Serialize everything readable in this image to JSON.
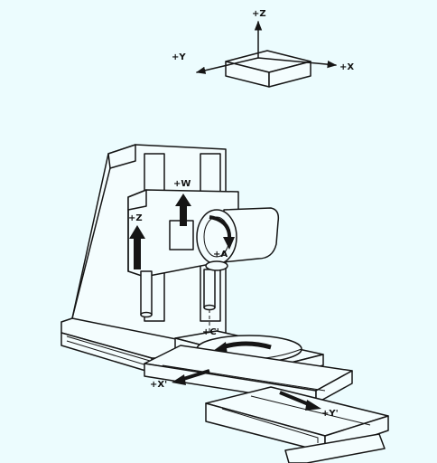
{
  "colors": {
    "background": "#ecfcfe",
    "ink": "#151515"
  },
  "coordinate_system": {
    "z_label": "+Z",
    "y_label": "+Y",
    "x_label": "+X"
  },
  "machine_axes": {
    "w_label": "+W",
    "z_label": "+Z",
    "a_label": "+A",
    "c_label": "+C'",
    "x_label": "+X'",
    "y_label": "+Y'"
  }
}
